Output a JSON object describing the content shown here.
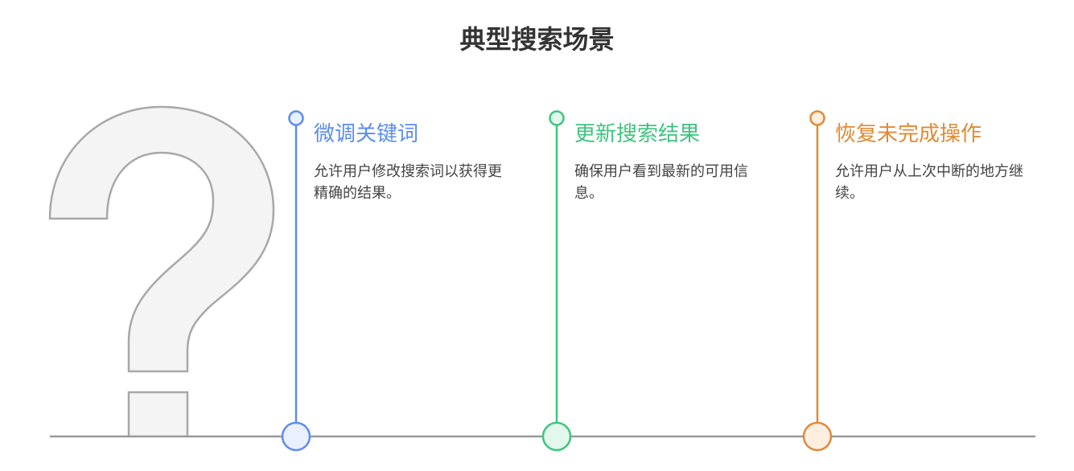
{
  "title": "典型搜索场景",
  "items": [
    {
      "title": "微调关键词",
      "description": "允许用户修改搜索词以获得更精确的结果。",
      "color": "#5b8def",
      "fill": "#eaf0fd"
    },
    {
      "title": "更新搜索结果",
      "description": "确保用户看到最新的可用信息。",
      "color": "#3fc47f",
      "fill": "#e3f8ec"
    },
    {
      "title": "恢复未完成操作",
      "description": "允许用户从上次中断的地方继续。",
      "color": "#e08a35",
      "fill": "#fdeee0"
    }
  ]
}
